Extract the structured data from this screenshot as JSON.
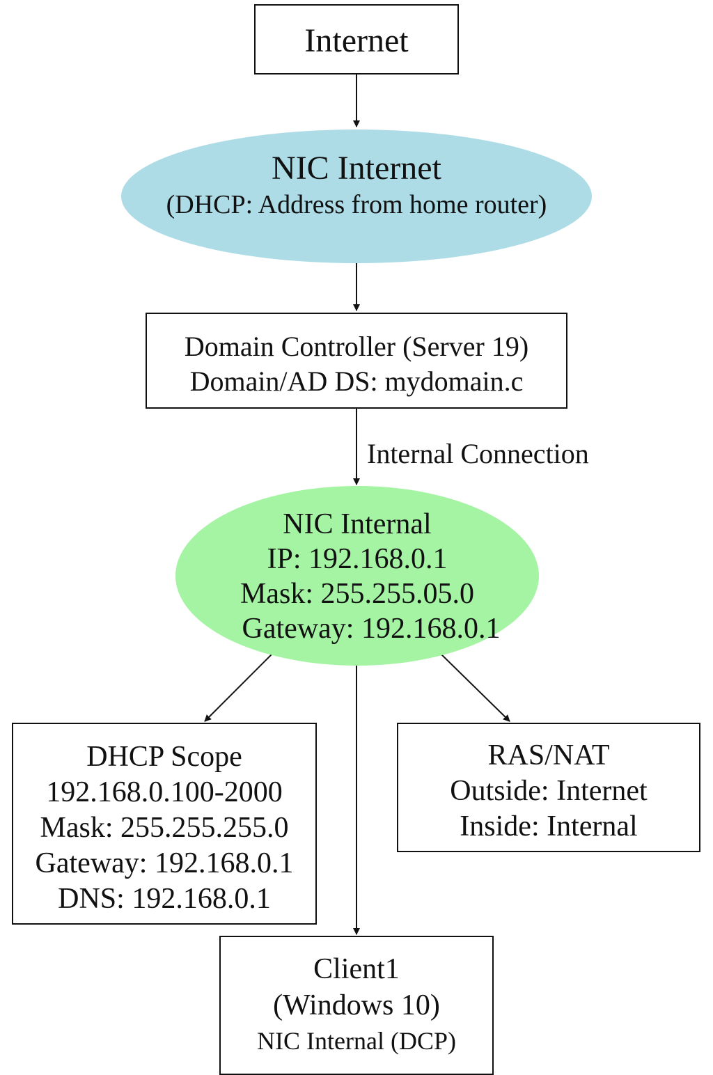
{
  "colors": {
    "nic_internet_fill": "#ADDCE6",
    "nic_internal_fill": "#A4F4A4",
    "stroke": "#111111"
  },
  "nodes": {
    "internet": {
      "lines": [
        "Internet"
      ]
    },
    "nic_internet": {
      "lines": [
        "NIC Internet",
        "(DHCP: Address from home router)"
      ]
    },
    "domain_controller": {
      "lines": [
        "Domain Controller (Server 19)",
        "Domain/AD DS: mydomain.c"
      ]
    },
    "nic_internal": {
      "lines": [
        "NIC Internal",
        "IP: 192.168.0.1",
        "Mask: 255.255.05.0",
        "Gateway: 192.168.0.1"
      ]
    },
    "dhcp_scope": {
      "lines": [
        "DHCP Scope",
        "192.168.0.100-2000",
        "Mask: 255.255.255.0",
        "Gateway: 192.168.0.1",
        "DNS: 192.168.0.1"
      ]
    },
    "ras_nat": {
      "lines": [
        "RAS/NAT",
        "Outside: Internet",
        "Inside: Internal"
      ]
    },
    "client1": {
      "lines": [
        "Client1",
        "(Windows 10)",
        "NIC Internal (DCP)"
      ]
    }
  },
  "edges": [
    {
      "from": "internet",
      "to": "nic_internet",
      "label": ""
    },
    {
      "from": "nic_internet",
      "to": "domain_controller",
      "label": ""
    },
    {
      "from": "domain_controller",
      "to": "nic_internal",
      "label": "Internal Connection"
    },
    {
      "from": "nic_internal",
      "to": "dhcp_scope",
      "label": ""
    },
    {
      "from": "nic_internal",
      "to": "client1",
      "label": ""
    },
    {
      "from": "nic_internal",
      "to": "ras_nat",
      "label": ""
    }
  ]
}
